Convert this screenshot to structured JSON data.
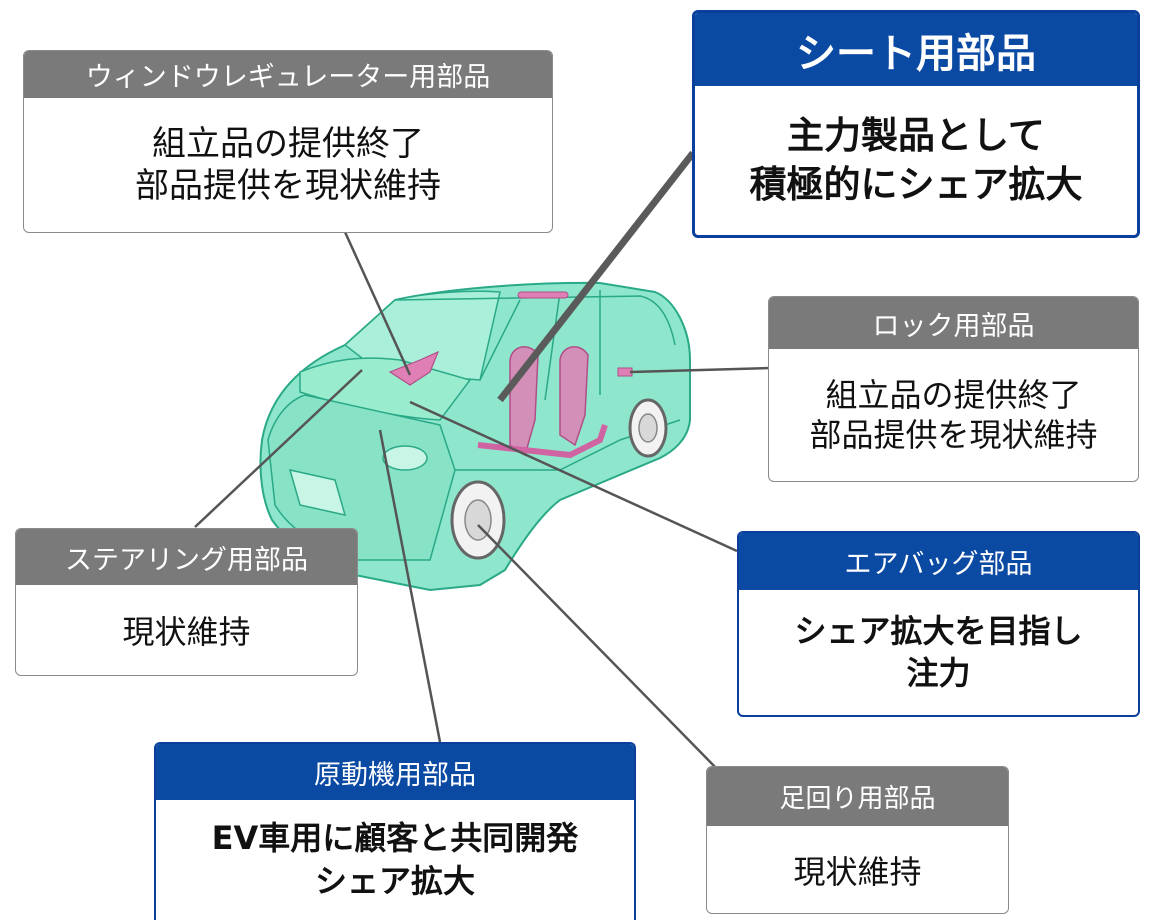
{
  "colors": {
    "neutral_header": "#7a7a7a",
    "highlight_header": "#0b4aa3",
    "car_body": "#8ee6cc",
    "car_outline": "#2aa987",
    "seat_parts": "#e07fb5",
    "leader_line": "#555555"
  },
  "callouts": {
    "window_regulator": {
      "title": "ウィンドウレギュレーター用部品",
      "body": "組立品の提供終了\n部品提供を現状維持"
    },
    "seat": {
      "title": "シート用部品",
      "body": "主力製品として\n積極的にシェア拡大"
    },
    "lock": {
      "title": "ロック用部品",
      "body": "組立品の提供終了\n部品提供を現状維持"
    },
    "steering": {
      "title": "ステアリング用部品",
      "body": "現状維持"
    },
    "airbag": {
      "title": "エアバッグ部品",
      "body": "シェア拡大を目指し\n注力"
    },
    "powertrain": {
      "title": "原動機用部品",
      "body": "EV車用に顧客と共同開発\nシェア拡大"
    },
    "suspension": {
      "title": "足回り用部品",
      "body": "現状維持"
    }
  }
}
